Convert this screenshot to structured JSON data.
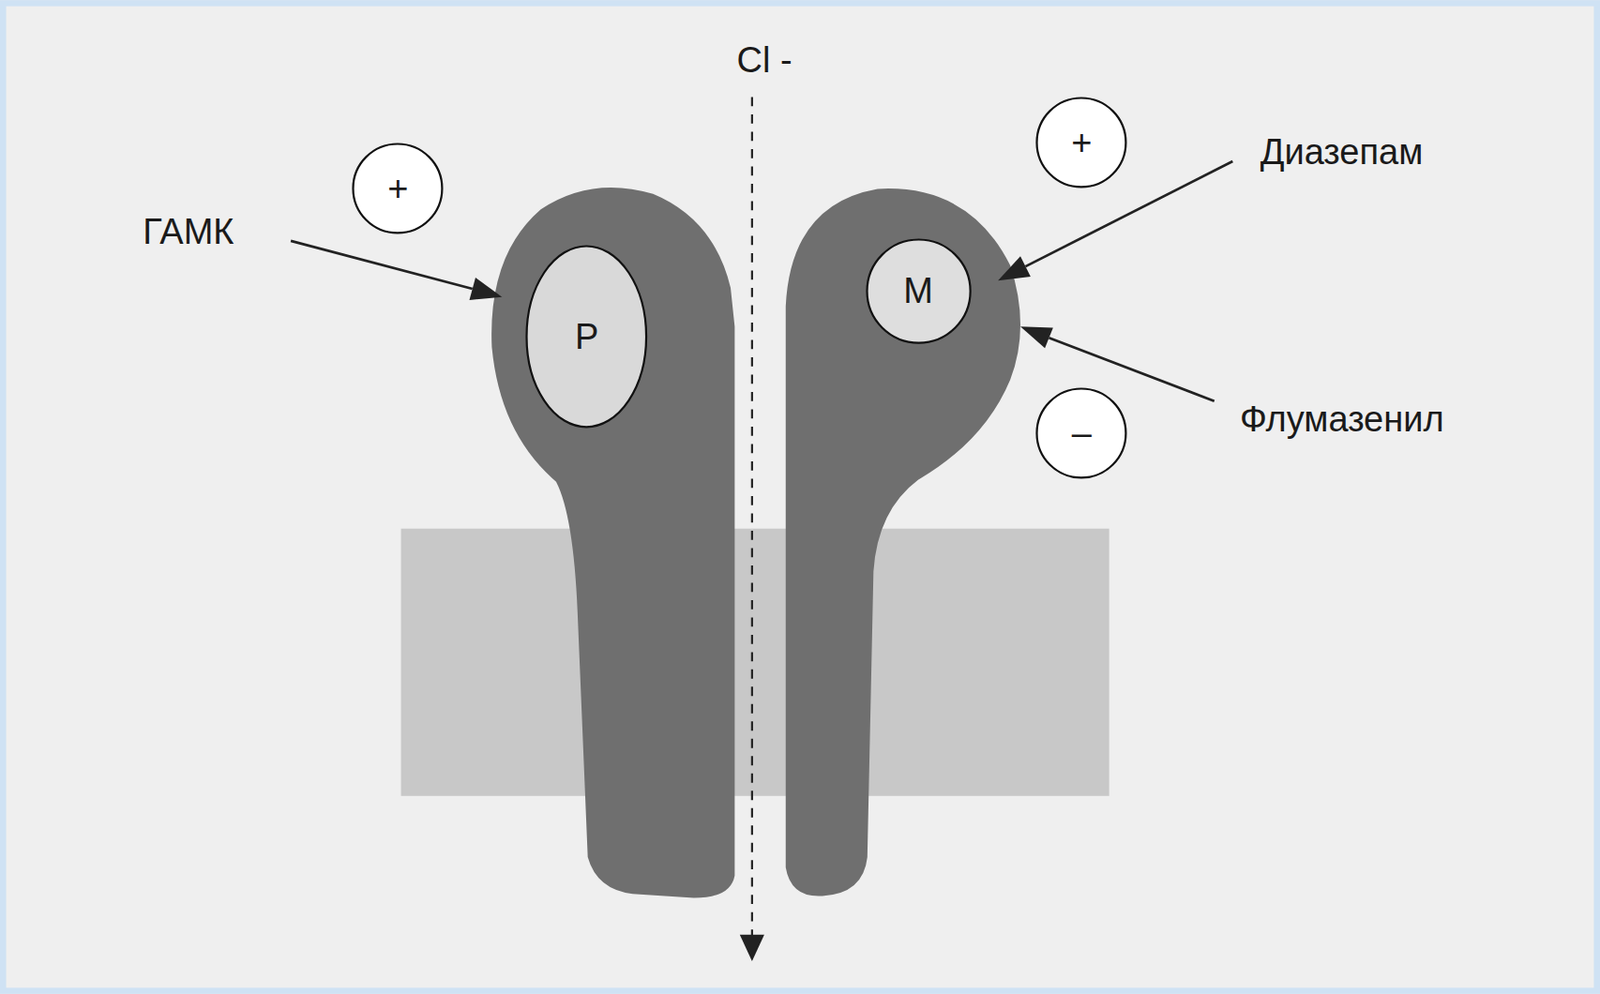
{
  "diagram": {
    "nodes": [
      {
        "text": [
          "+"
        ]
      },
      {
        "text": [
          "Р"
        ]
      },
      {
        "text": [
          "+"
        ]
      },
      {
        "text": [
          "М"
        ]
      },
      {
        "text": [
          "–"
        ]
      }
    ],
    "labels": [
      "Cl -",
      "ГАМК",
      "Диазепам",
      "Флумазенил"
    ]
  }
}
